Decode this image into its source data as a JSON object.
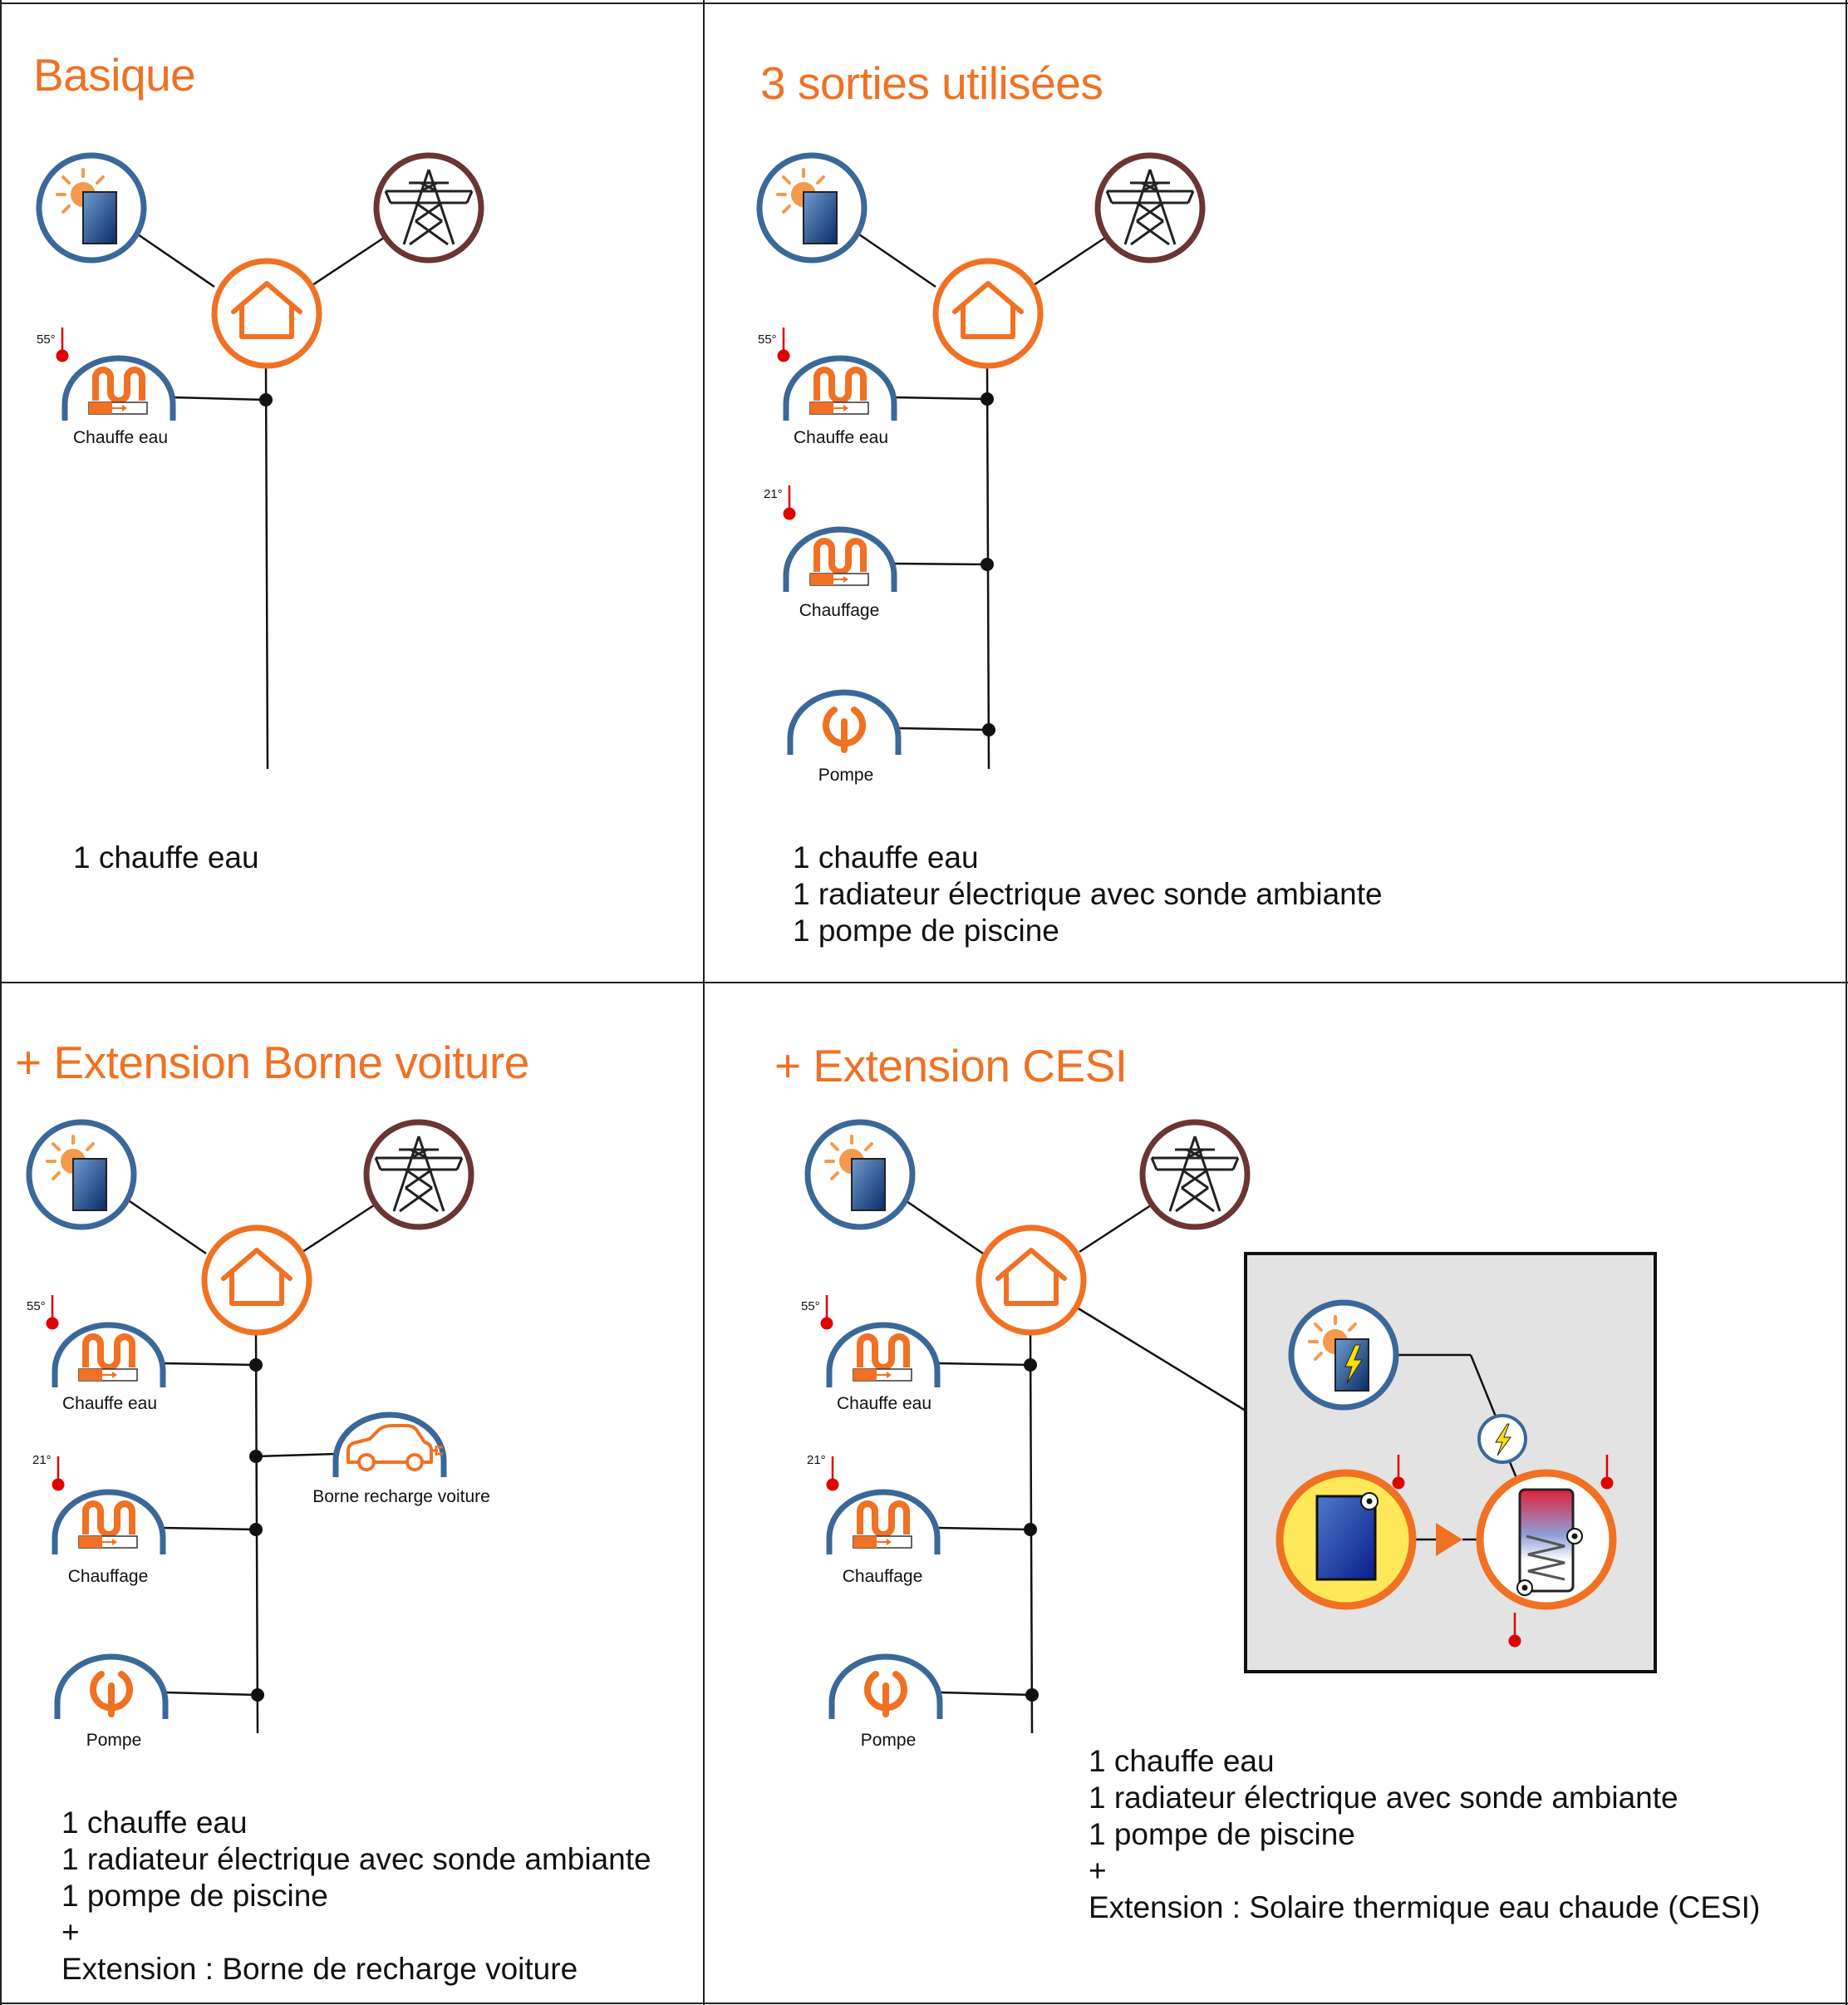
{
  "colors": {
    "orange": "#f07123",
    "blue": "#3a6898",
    "brown": "#6b3535",
    "red": "#e00000",
    "grey_panel": "#e3e3e3"
  },
  "quadrants": [
    {
      "title": "Basique",
      "description": [
        "1 chauffe eau"
      ],
      "devices": {
        "water_heater": "Chauffe eau",
        "water_heater_temp": "55°"
      }
    },
    {
      "title": "3 sorties utilisées",
      "description": [
        "1 chauffe eau",
        "1 radiateur électrique avec sonde ambiante",
        "1 pompe de piscine"
      ],
      "devices": {
        "water_heater": "Chauffe eau",
        "water_heater_temp": "55°",
        "heating": "Chauffage",
        "heating_temp": "21°",
        "pump": "Pompe"
      }
    },
    {
      "title": "+ Extension Borne voiture",
      "description": [
        "1 chauffe eau",
        "1 radiateur électrique avec sonde ambiante",
        "1 pompe de piscine",
        "+",
        "Extension : Borne de recharge voiture"
      ],
      "devices": {
        "water_heater": "Chauffe eau",
        "water_heater_temp": "55°",
        "heating": "Chauffage",
        "heating_temp": "21°",
        "pump": "Pompe",
        "car_charger": "Borne recharge voiture"
      }
    },
    {
      "title": "+ Extension CESI",
      "description": [
        "1 chauffe eau",
        "1 radiateur électrique avec sonde ambiante",
        "1 pompe de piscine",
        "+",
        "Extension : Solaire thermique eau chaude (CESI)"
      ],
      "devices": {
        "water_heater": "Chauffe eau",
        "water_heater_temp": "55°",
        "heating": "Chauffage",
        "heating_temp": "21°",
        "pump": "Pompe"
      }
    }
  ],
  "icons": [
    "solar-panel-icon",
    "power-pylon-icon",
    "house-icon",
    "heater-icon",
    "thermometer-icon",
    "pump-power-icon",
    "electric-car-icon",
    "solar-thermal-collector-icon",
    "water-tank-icon",
    "lightning-icon"
  ]
}
